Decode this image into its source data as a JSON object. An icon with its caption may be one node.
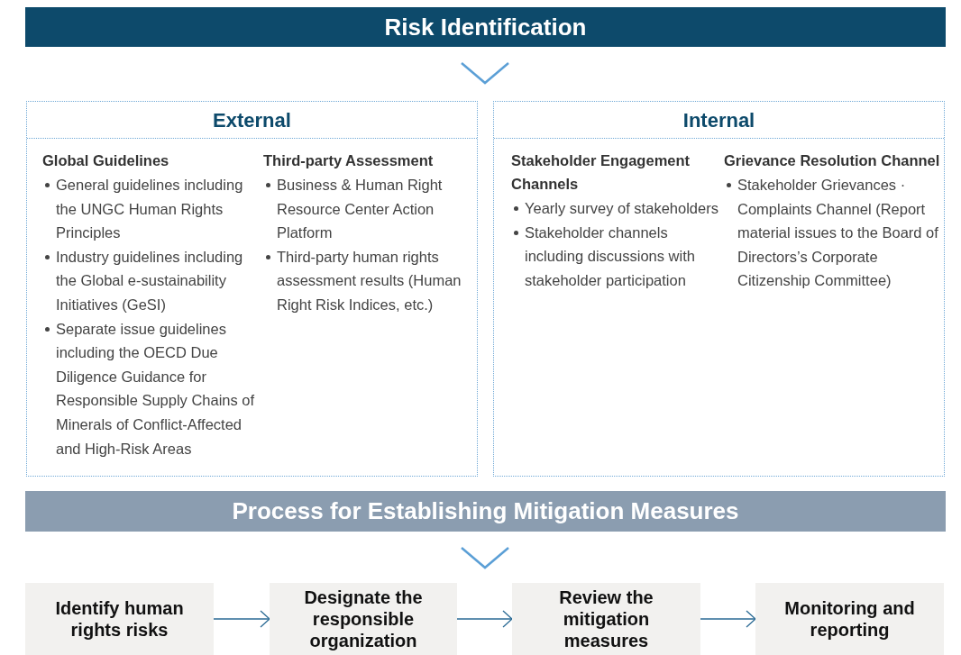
{
  "diagram": {
    "nodes": [
      {
        "text": [
          "Risk Identification"
        ]
      },
      {
        "text": [
          "External",
          "Global Guidelines",
          "General guidelines including the UNGC Human Rights Principles",
          "Industry guidelines including the Global e-sustainability Initiatives (GeSI)",
          "Separate issue guidelines including the OECD Due Diligence Guidance for Responsible Supply Chains of Minerals of Conflict-Affected and High-Risk Areas",
          "Third-party Assessment",
          "Business & Human Right Resource Center Action Platform",
          "Third-party human rights assessment results (Human Right Risk Indices, etc.)"
        ]
      },
      {
        "text": [
          "Internal",
          "Stakeholder Engagement Channels",
          "Yearly survey of stakeholders",
          "Stakeholder channels including discussions with stakeholder participation",
          "Grievance Resolution Channel",
          "Stakeholder Grievances · Complaints Channel (Report material issues to the Board of Directors’s Corporate Citizenship Committee)"
        ]
      },
      {
        "text": [
          "Process for Establishing Mitigation Measures"
        ]
      },
      {
        "text": [
          "Identify human rights risks"
        ]
      },
      {
        "text": [
          "Designate the responsible organization"
        ]
      },
      {
        "text": [
          "Review the mitigation measures"
        ]
      },
      {
        "text": [
          "Monitoring and reporting"
        ]
      }
    ],
    "edges": [
      {
        "from": 0,
        "to": null,
        "arrow": "to"
      },
      {
        "from": 3,
        "to": null,
        "arrow": "to"
      },
      {
        "from": 4,
        "to": 5,
        "arrow": "to"
      },
      {
        "from": 5,
        "to": 6,
        "arrow": "to"
      },
      {
        "from": 6,
        "to": 7,
        "arrow": "to"
      }
    ]
  }
}
